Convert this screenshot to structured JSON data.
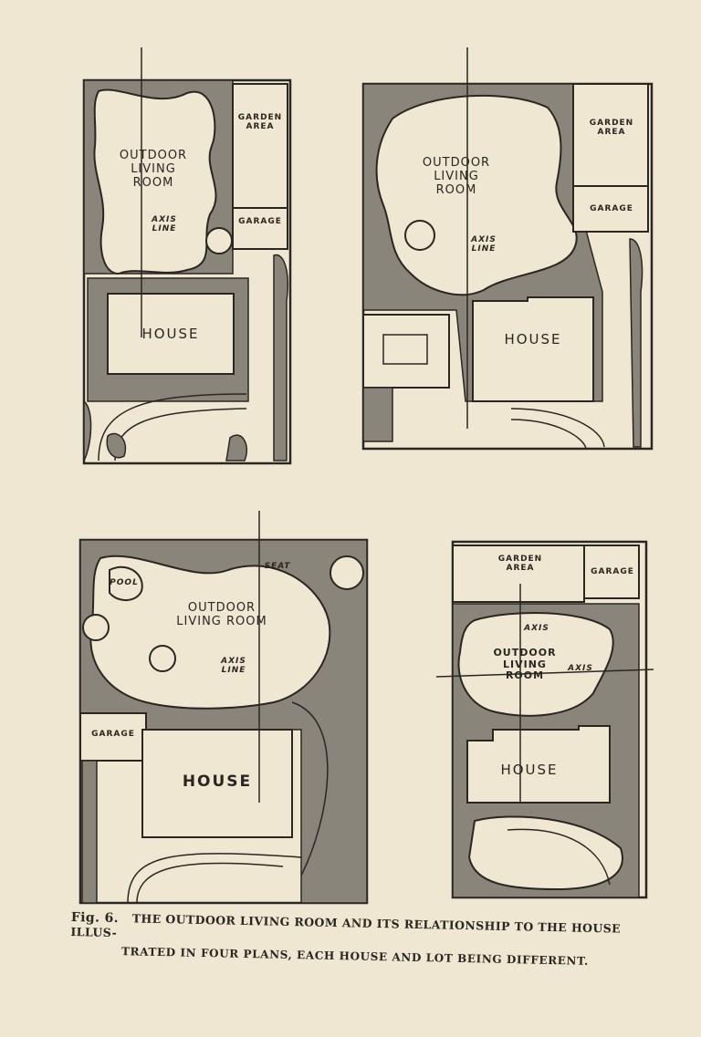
{
  "plans": [
    {
      "outdoor_living_room": "OUTDOOR\nLIVING\nROOM",
      "garden_area": "GARDEN\nAREA",
      "garage": "GARAGE",
      "axis_line": "AXIS\nLINE",
      "house": "HOUSE"
    },
    {
      "outdoor_living_room": "OUTDOOR\nLIVING\nROOM",
      "garden_area": "GARDEN\nAREA",
      "garage": "GARAGE",
      "axis_line": "AXIS\nLINE",
      "house": "HOUSE"
    },
    {
      "outdoor_living_room": "OUTDOOR\nLIVING ROOM",
      "pool": "POOL",
      "seat": "SEAT",
      "axis_line": "AXIS\nLINE",
      "garage": "GARAGE",
      "house": "HOUSE"
    },
    {
      "garden_area": "GARDEN\nAREA",
      "garage": "GARAGE",
      "axis_top": "AXIS",
      "outdoor_living_room": "OUTDOOR\nLIVING\nROOM",
      "axis_right": "AXIS",
      "house": "HOUSE"
    }
  ],
  "caption": {
    "fig": "Fig. 6.",
    "line1": "THE OUTDOOR LIVING ROOM AND ITS RELATIONSHIP TO THE HOUSE ILLUS-",
    "line2": "TRATED IN FOUR PLANS, EACH HOUSE AND LOT BEING DIFFERENT."
  },
  "colors": {
    "paper": "#efe7d2",
    "ink": "#2a2622",
    "shading": "#8a857b"
  }
}
